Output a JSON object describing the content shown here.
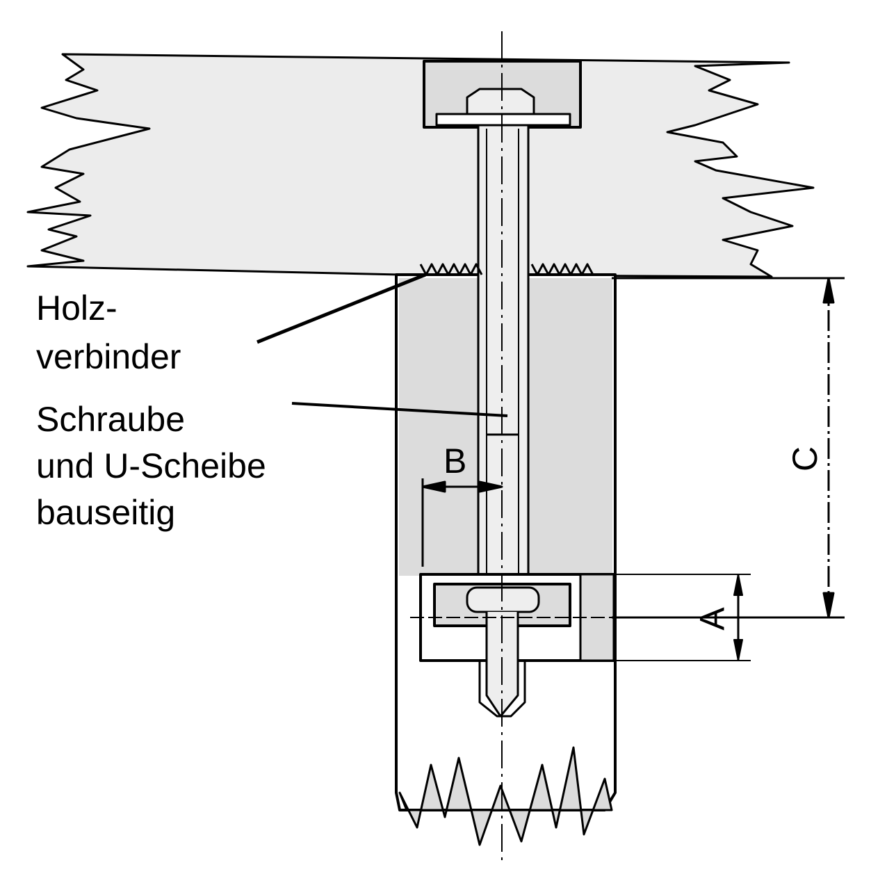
{
  "labels": {
    "holzverbinder_line1": "Holz-",
    "holzverbinder_line2": "verbinder",
    "schraube_line1": "Schraube",
    "schraube_line2": "und U-Scheibe",
    "schraube_line3": "bauseitig"
  },
  "dimensions": {
    "a": "A",
    "b": "B",
    "c": "C"
  },
  "colors": {
    "line": "#000000",
    "fill": "#dcdcdc",
    "beam": "#ececec"
  }
}
